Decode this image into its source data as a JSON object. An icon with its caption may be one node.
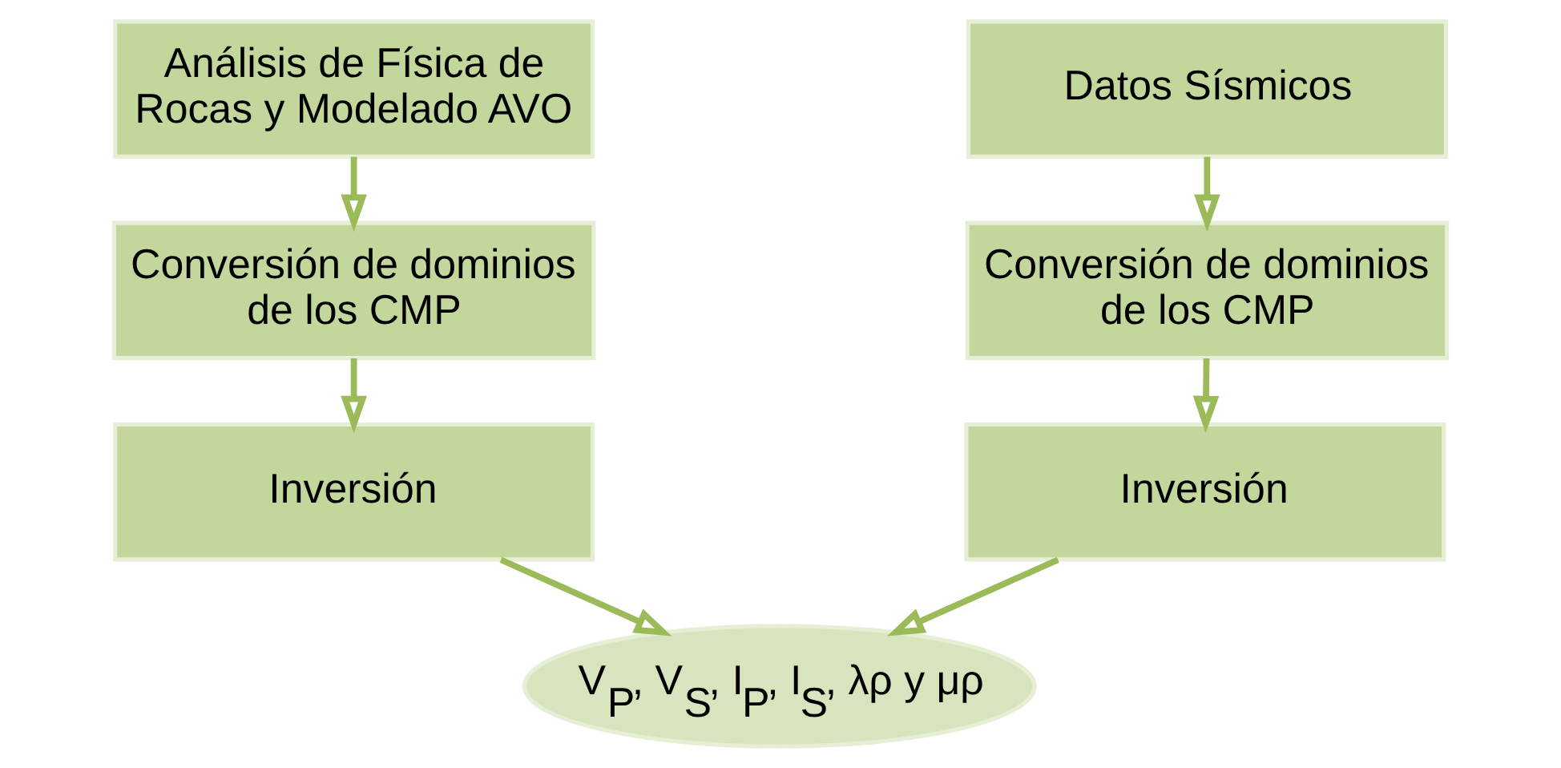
{
  "diagram": {
    "nodes": [
      {
        "text": [
          "Análisis de Física de Rocas y Modelado AVO"
        ]
      },
      {
        "text": [
          "Conversión de dominios de los CMP"
        ]
      },
      {
        "text": [
          "Inversión"
        ]
      },
      {
        "text": [
          "Datos Sísmicos"
        ]
      },
      {
        "text": [
          "Conversión de dominios de los CMP"
        ]
      },
      {
        "text": [
          "Inversión"
        ]
      },
      {
        "text": [
          "V$_{P}$, V$_{S}$, I$_{P}$, I$_{S}$, λρ y μρ"
        ]
      }
    ],
    "edges": [
      {
        "from": 0,
        "to": 1,
        "arrow": "to"
      },
      {
        "from": 1,
        "to": 2,
        "arrow": "to"
      },
      {
        "from": 2,
        "to": 6,
        "arrow": "to"
      },
      {
        "from": 3,
        "to": 4,
        "arrow": "to"
      },
      {
        "from": 4,
        "to": 5,
        "arrow": "to"
      },
      {
        "from": 5,
        "to": 6,
        "arrow": "to"
      }
    ]
  }
}
